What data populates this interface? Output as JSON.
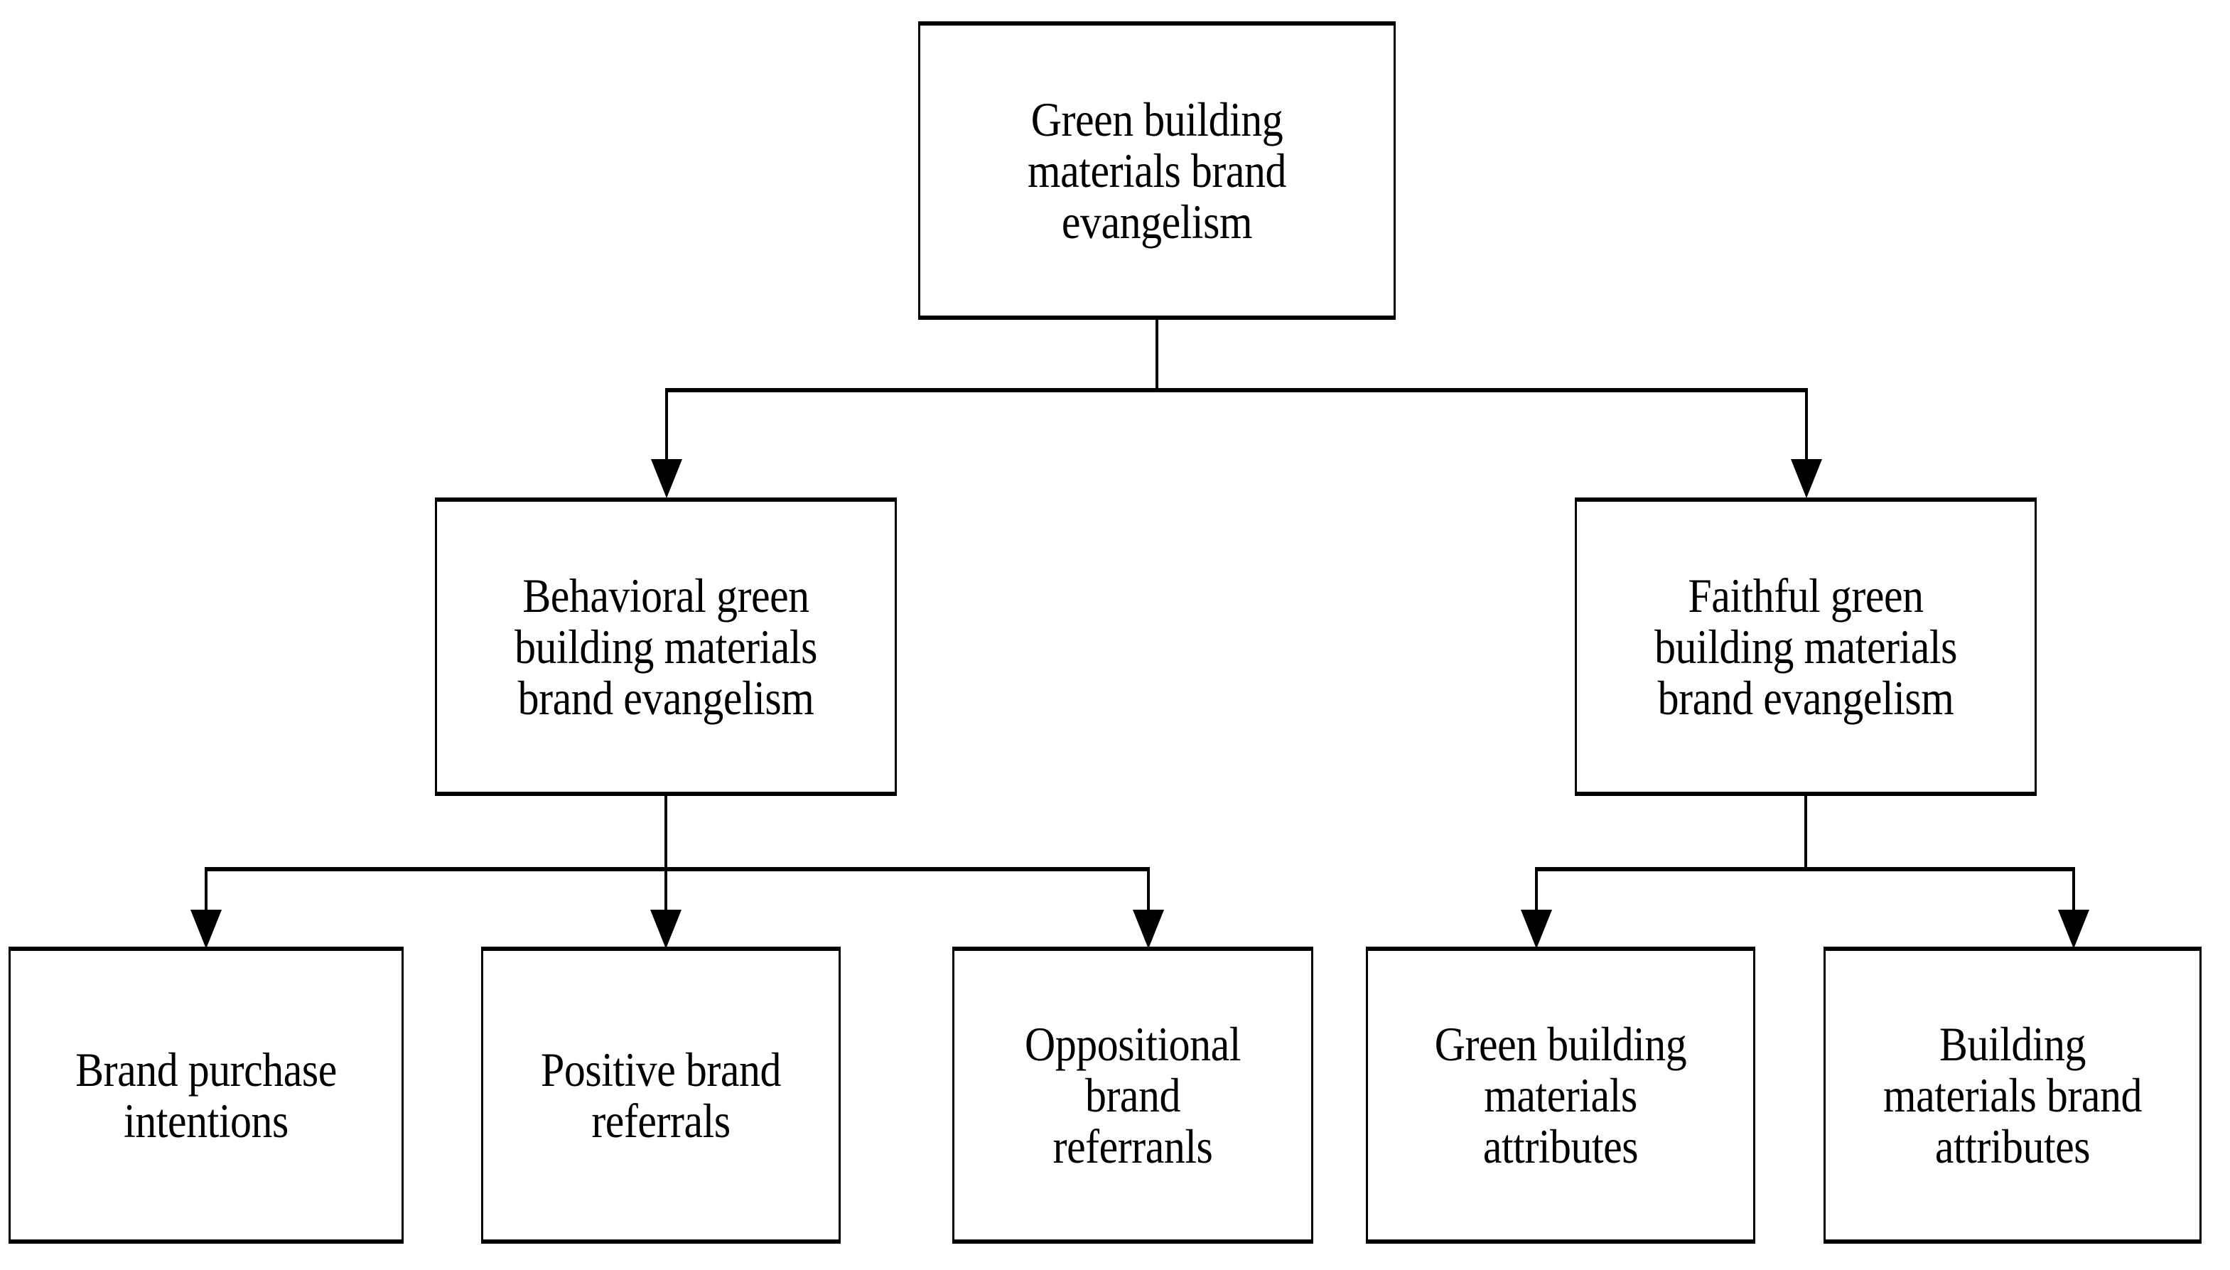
{
  "diagram": {
    "type": "hierarchy-tree",
    "orientation": "top-down",
    "levels": 3,
    "line_color": "#000000",
    "box_fill": "#ffffff",
    "box_border_color": "#000000",
    "background": "#ffffff"
  },
  "nodes": {
    "root": {
      "id": "green-building-materials-brand-evangelism",
      "label": "Green building\nmaterials brand\nevangelism",
      "lines": [
        "Green building",
        "materials brand",
        "evangelism"
      ],
      "level": 0
    },
    "level1": [
      {
        "id": "behavioral-green-building-materials-brand-evangelism",
        "label": "Behavioral green\nbuilding materials\nbrand evangelism",
        "lines": [
          "Behavioral green",
          "building materials",
          "brand evangelism"
        ],
        "level": 1
      },
      {
        "id": "faithful-green-building-materials-brand-evangelism",
        "label": "Faithful green\nbuilding materials\nbrand evangelism",
        "lines": [
          "Faithful green",
          "building materials",
          "brand evangelism"
        ],
        "level": 1
      }
    ],
    "level2": [
      {
        "id": "brand-purchase-intentions",
        "label": "Brand purchase\nintentions",
        "lines": [
          "Brand purchase",
          "intentions"
        ],
        "parent": "behavioral-green-building-materials-brand-evangelism",
        "level": 2
      },
      {
        "id": "positive-brand-referrals",
        "label": "Positive brand\nreferrals",
        "lines": [
          "Positive brand",
          "referrals"
        ],
        "parent": "behavioral-green-building-materials-brand-evangelism",
        "level": 2
      },
      {
        "id": "oppositional-brand-referranls",
        "label": "Oppositional\nbrand\nreferranls",
        "lines": [
          "Oppositional",
          "brand",
          "referranls"
        ],
        "parent": "behavioral-green-building-materials-brand-evangelism",
        "level": 2
      },
      {
        "id": "green-building-materials-attributes",
        "label": "Green building\nmaterials\nattributes",
        "lines": [
          "Green building",
          "materials",
          "attributes"
        ],
        "parent": "faithful-green-building-materials-brand-evangelism",
        "level": 2
      },
      {
        "id": "building-materials-brand-attributes",
        "label": "Building\nmaterials brand\nattributes",
        "lines": [
          "Building",
          "materials brand",
          "attributes"
        ],
        "parent": "faithful-green-building-materials-brand-evangelism",
        "level": 2
      }
    ]
  },
  "edges": [
    {
      "from": "green-building-materials-brand-evangelism",
      "to": "behavioral-green-building-materials-brand-evangelism",
      "style": "elbow-arrow"
    },
    {
      "from": "green-building-materials-brand-evangelism",
      "to": "faithful-green-building-materials-brand-evangelism",
      "style": "elbow-arrow"
    },
    {
      "from": "behavioral-green-building-materials-brand-evangelism",
      "to": "brand-purchase-intentions",
      "style": "elbow-arrow"
    },
    {
      "from": "behavioral-green-building-materials-brand-evangelism",
      "to": "positive-brand-referrals",
      "style": "elbow-arrow"
    },
    {
      "from": "behavioral-green-building-materials-brand-evangelism",
      "to": "oppositional-brand-referranls",
      "style": "elbow-arrow"
    },
    {
      "from": "faithful-green-building-materials-brand-evangelism",
      "to": "green-building-materials-attributes",
      "style": "elbow-arrow"
    },
    {
      "from": "faithful-green-building-materials-brand-evangelism",
      "to": "building-materials-brand-attributes",
      "style": "elbow-arrow"
    }
  ]
}
